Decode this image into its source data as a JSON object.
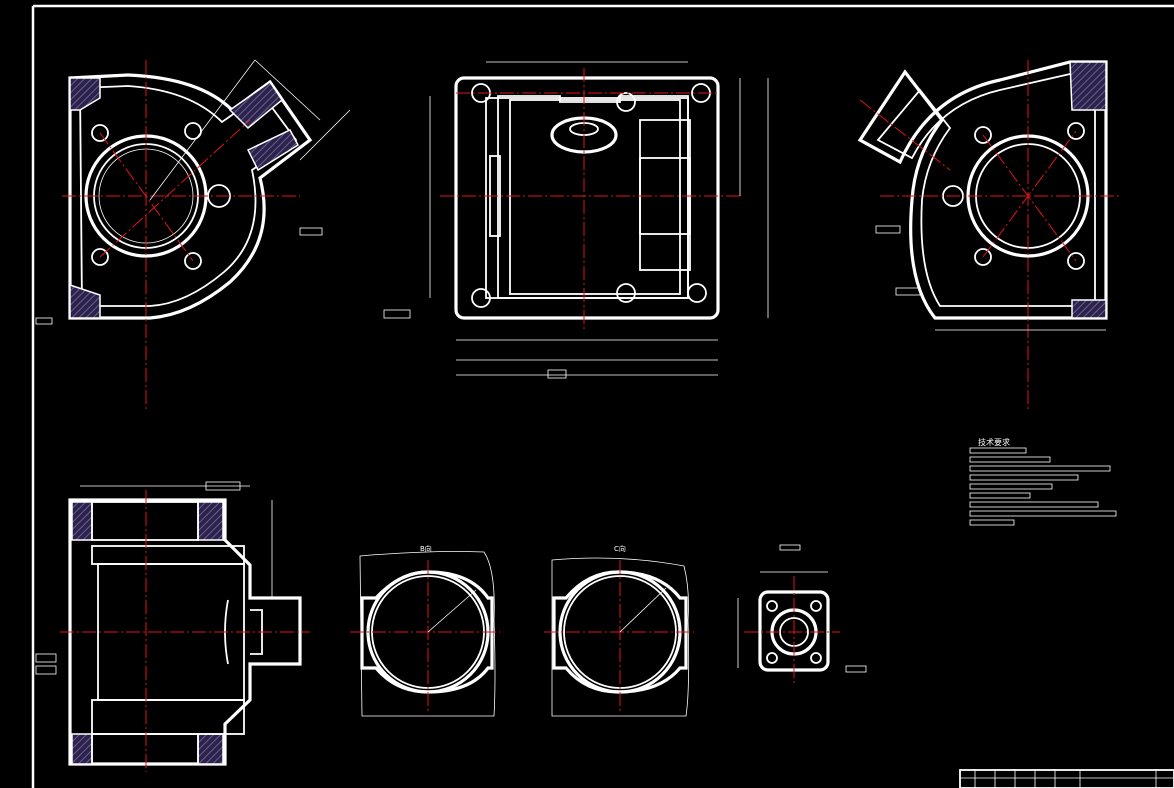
{
  "drawing": {
    "colors": {
      "background": "#000000",
      "outline": "#ffffff",
      "centerline": "#e0161a",
      "section_hatch": "#5a4a8c"
    },
    "technical_requirements": {
      "title": "技术要求"
    },
    "view_labels": {
      "view_b": "B向",
      "view_c": "C向"
    }
  }
}
